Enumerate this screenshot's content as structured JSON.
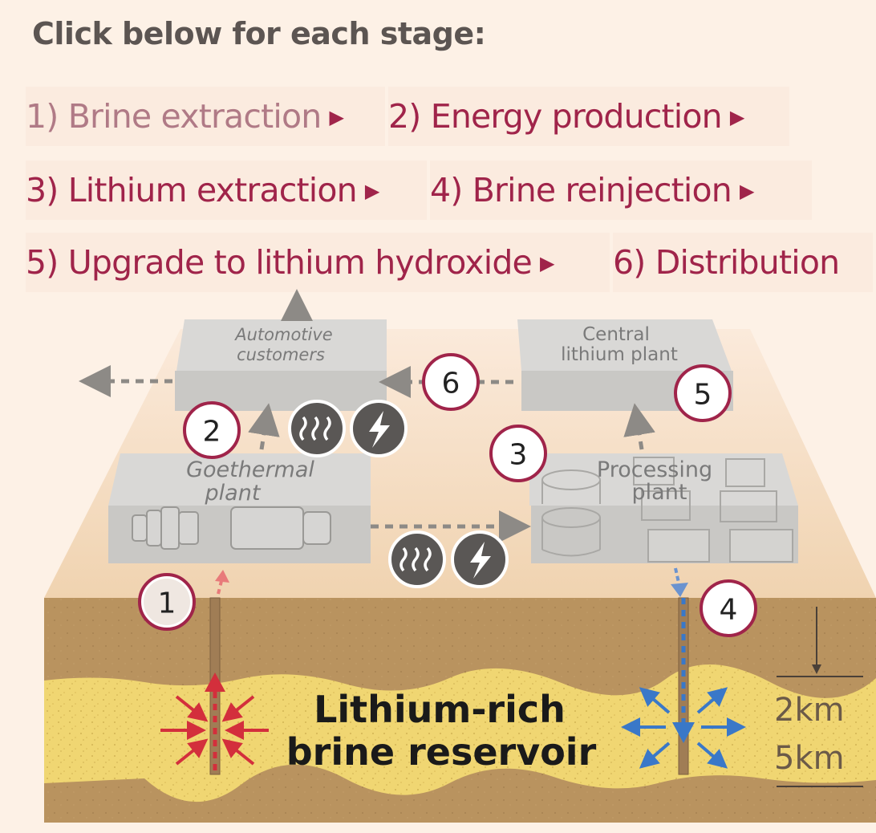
{
  "heading": "Click below for each stage:",
  "stages": [
    {
      "label": "1) Brine extraction",
      "arrow": "▶"
    },
    {
      "label": "2) Energy production",
      "arrow": "▶"
    },
    {
      "label": "3) Lithium extraction",
      "arrow": "▶"
    },
    {
      "label": "4) Brine reinjection",
      "arrow": "▶"
    },
    {
      "label": "5) Upgrade to lithium hydroxide",
      "arrow": "▶"
    },
    {
      "label": "6) Distribution",
      "arrow": ""
    }
  ],
  "diagram": {
    "automotive": [
      "Automotive",
      "customers"
    ],
    "central": [
      "Central",
      "lithium plant"
    ],
    "geothermal": [
      "Goethermal",
      "plant"
    ],
    "processing": [
      "Processing",
      "plant"
    ],
    "markers": [
      "1",
      "2",
      "3",
      "4",
      "5",
      "6"
    ],
    "reservoir": [
      "Lithium-rich",
      "brine reservoir"
    ],
    "depths": [
      "2km",
      "5km"
    ],
    "icons": [
      "heat-icon",
      "lightning-icon"
    ],
    "colors": {
      "stage_active": "#a0244a",
      "stage_inactive": "#b07a86",
      "marker_ring": "#a0244a",
      "extraction": "#d32f3c",
      "reinjection": "#3a78c8",
      "reservoir": "#f0d672",
      "ground": "#b9935f"
    }
  }
}
